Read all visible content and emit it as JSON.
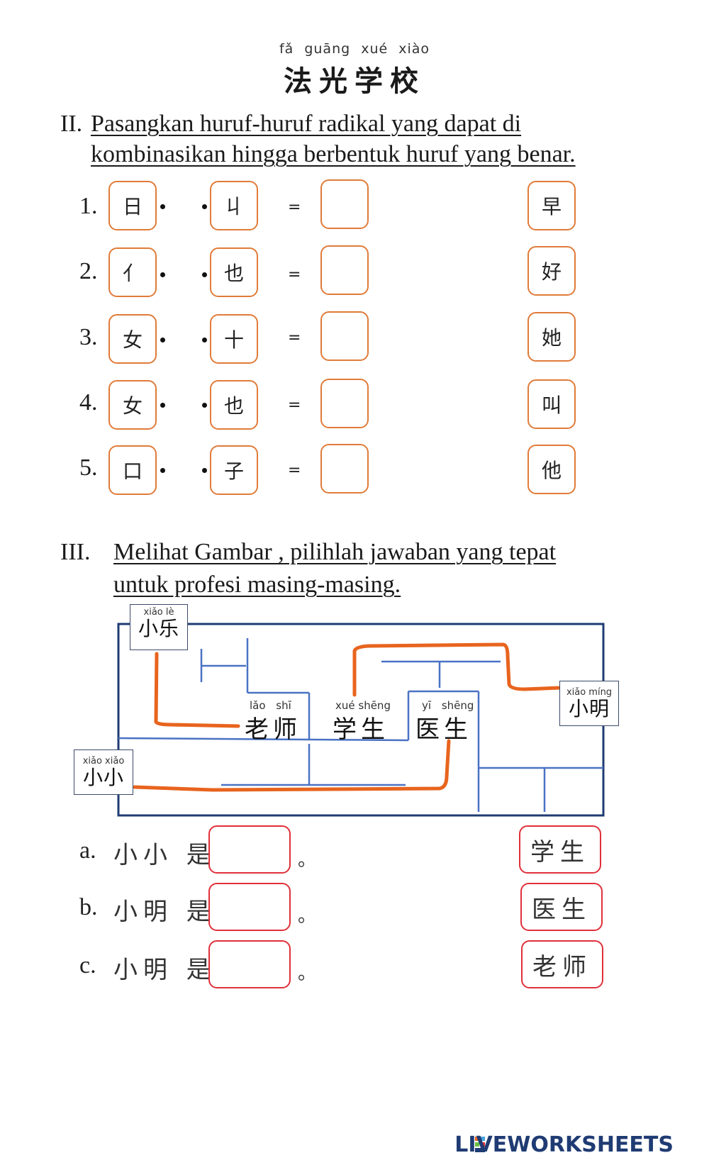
{
  "header": {
    "pinyin": "fǎ guāng xué xiào",
    "school": "法光学校"
  },
  "section2": {
    "number": "II.",
    "line1": "Pasangkan huruf-huruf radikal yang dapat di",
    "line2": "kombinasikan hingga berbentuk huruf yang benar.",
    "rows": [
      {
        "num": "1.",
        "left": "日",
        "right": "丩",
        "eq": "=",
        "answer": ""
      },
      {
        "num": "2.",
        "left": "亻",
        "right": "也",
        "eq": "=",
        "answer": ""
      },
      {
        "num": "3.",
        "left": "女",
        "right": "十",
        "eq": "=",
        "answer": ""
      },
      {
        "num": "4.",
        "left": "女",
        "right": "也",
        "eq": "=",
        "answer": ""
      },
      {
        "num": "5.",
        "left": "口",
        "right": "子",
        "eq": "=",
        "answer": ""
      }
    ],
    "options": [
      "早",
      "好",
      "她",
      "叫",
      "他"
    ]
  },
  "section3": {
    "number": "III.",
    "line1": "Melihat Gambar , pilihlah jawaban yang tepat",
    "line2": "untuk profesi masing-masing.",
    "map": {
      "people": [
        {
          "pinyin": "xiǎo lè",
          "name": "小乐"
        },
        {
          "pinyin": "xiǎo míng",
          "name": "小明"
        },
        {
          "pinyin": "xiǎo xiǎo",
          "name": "小小"
        }
      ],
      "rooms": [
        {
          "pinyin": "lǎo shī",
          "name": "老师"
        },
        {
          "pinyin": "xué shēng",
          "name": "学生"
        },
        {
          "pinyin": "yī shēng",
          "name": "医生"
        }
      ],
      "path_color": "#e8641e",
      "wall_color": "#4a72c4",
      "frame_color": "#1f3b73"
    },
    "questions": [
      {
        "letter": "a.",
        "text": "小小 是",
        "answer": "",
        "end": "。"
      },
      {
        "letter": "b.",
        "text": "小明 是",
        "answer": "",
        "end": "。"
      },
      {
        "letter": "c.",
        "text": "小明 是",
        "answer": "",
        "end": "。"
      }
    ],
    "options": [
      "学生",
      "医生",
      "老师"
    ]
  },
  "footer": {
    "brand": "LIVEWORKSHEETS"
  },
  "colors": {
    "orange_box": "#e07b39",
    "red_box": "#e0303a"
  }
}
